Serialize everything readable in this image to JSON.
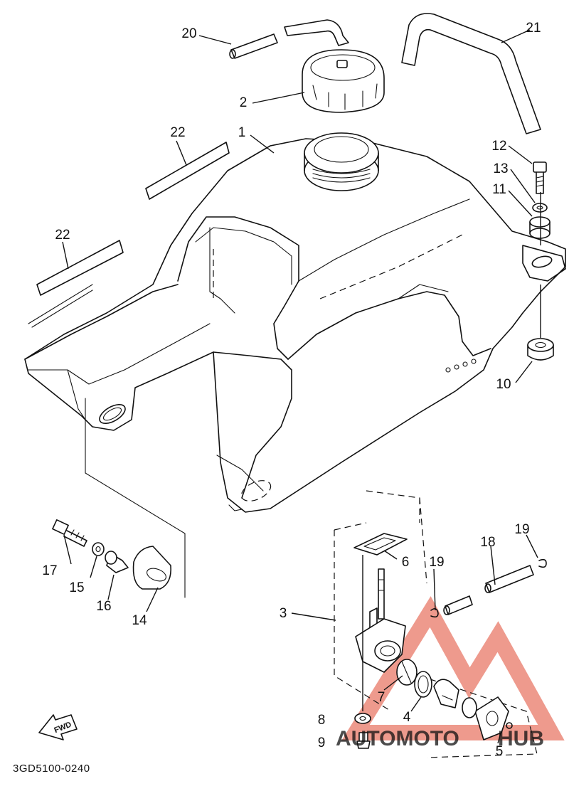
{
  "diagram": {
    "part_code": "3GD5100-0240",
    "fwd_label": "FWD",
    "watermark": {
      "part1": "AUTOMOTO",
      "part2": "HUB",
      "color1": "#e0472f",
      "color2": "#555555"
    },
    "callouts": [
      "1",
      "2",
      "3",
      "4",
      "5",
      "6",
      "7",
      "8",
      "9",
      "10",
      "11",
      "12",
      "13",
      "14",
      "15",
      "16",
      "17",
      "18",
      "19",
      "19",
      "20",
      "21",
      "22",
      "22"
    ]
  }
}
